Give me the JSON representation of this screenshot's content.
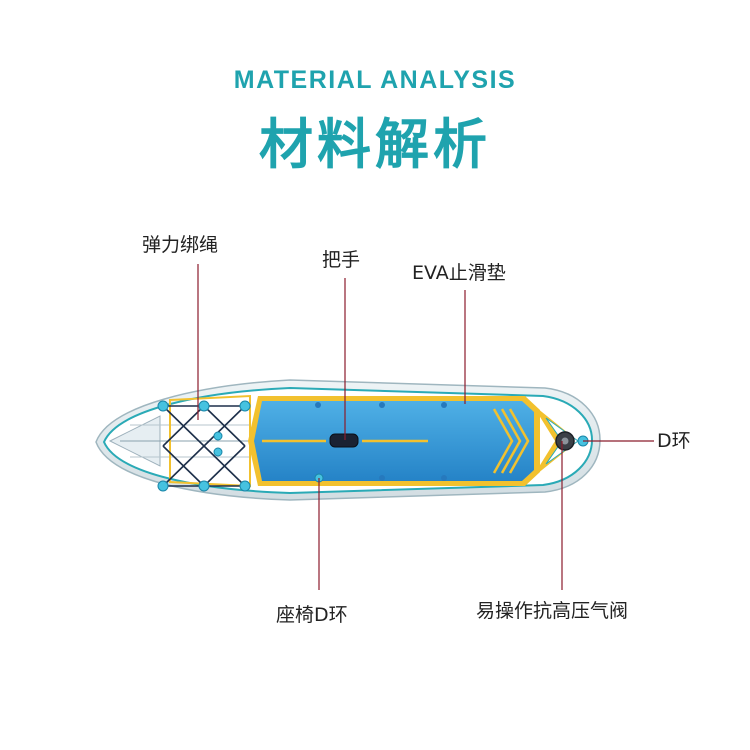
{
  "header": {
    "title_en": "MATERIAL ANALYSIS",
    "title_cn": "材料解析"
  },
  "labels": {
    "bungee": "弹力绑绳",
    "handle": "把手",
    "eva_pad": "EVA止滑垫",
    "d_ring": "D环",
    "seat_d_ring": "座椅D环",
    "valve": "易操作抗高压气阀"
  },
  "colors": {
    "accent": "#1fa3ae",
    "leader_line": "#8b1c2c",
    "deck_blue": "#2f8fd1",
    "yellow": "#f2c12e"
  }
}
